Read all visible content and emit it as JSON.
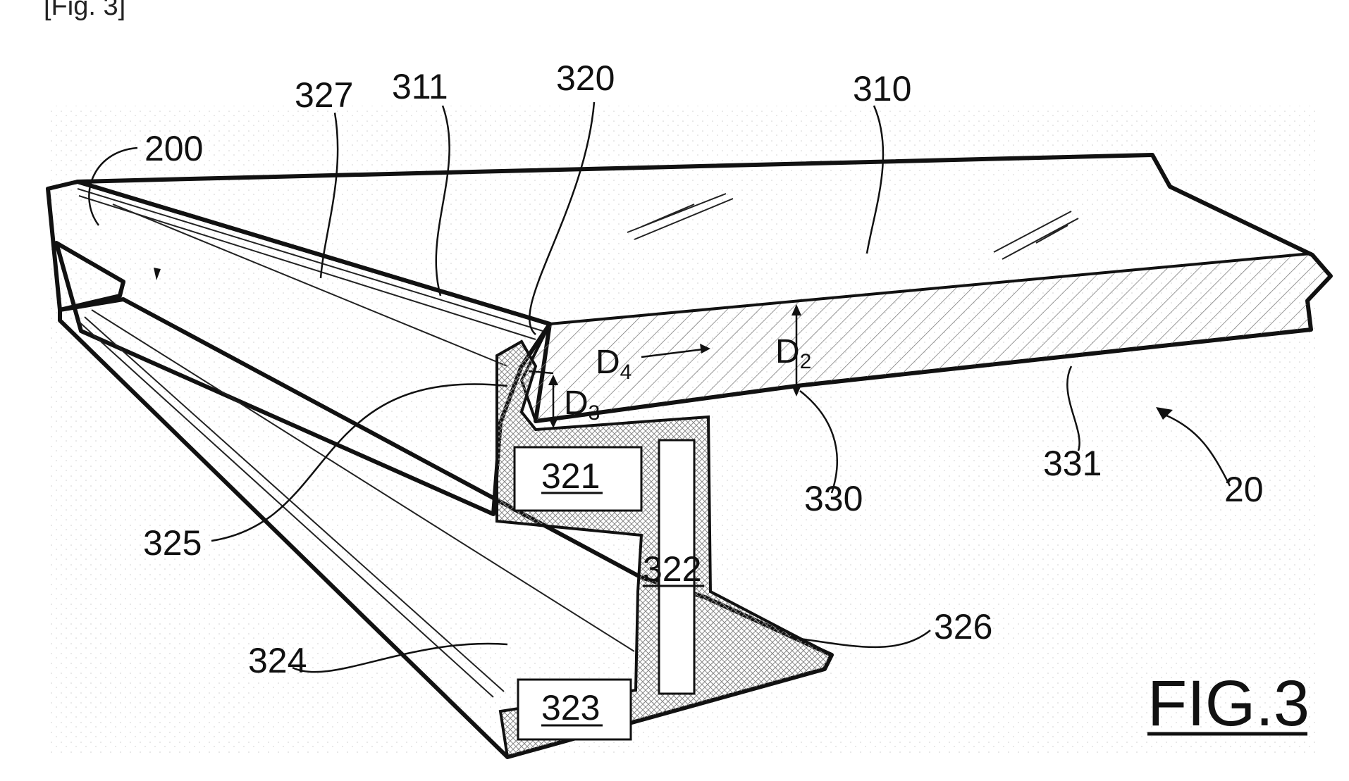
{
  "header": "[Fig. 3]",
  "figure_label": "FIG.3",
  "labels": {
    "r200": "200",
    "r327": "327",
    "r311": "311",
    "r320": "320",
    "r310": "310",
    "r321": "321",
    "r322": "322",
    "r323": "323",
    "r324": "324",
    "r325": "325",
    "r326": "326",
    "r330": "330",
    "r331": "331",
    "r20": "20"
  },
  "dimensions": {
    "d2": {
      "main": "D",
      "sub": "2"
    },
    "d3": {
      "main": "D",
      "sub": "3"
    },
    "d4": {
      "main": "D",
      "sub": "4"
    }
  }
}
